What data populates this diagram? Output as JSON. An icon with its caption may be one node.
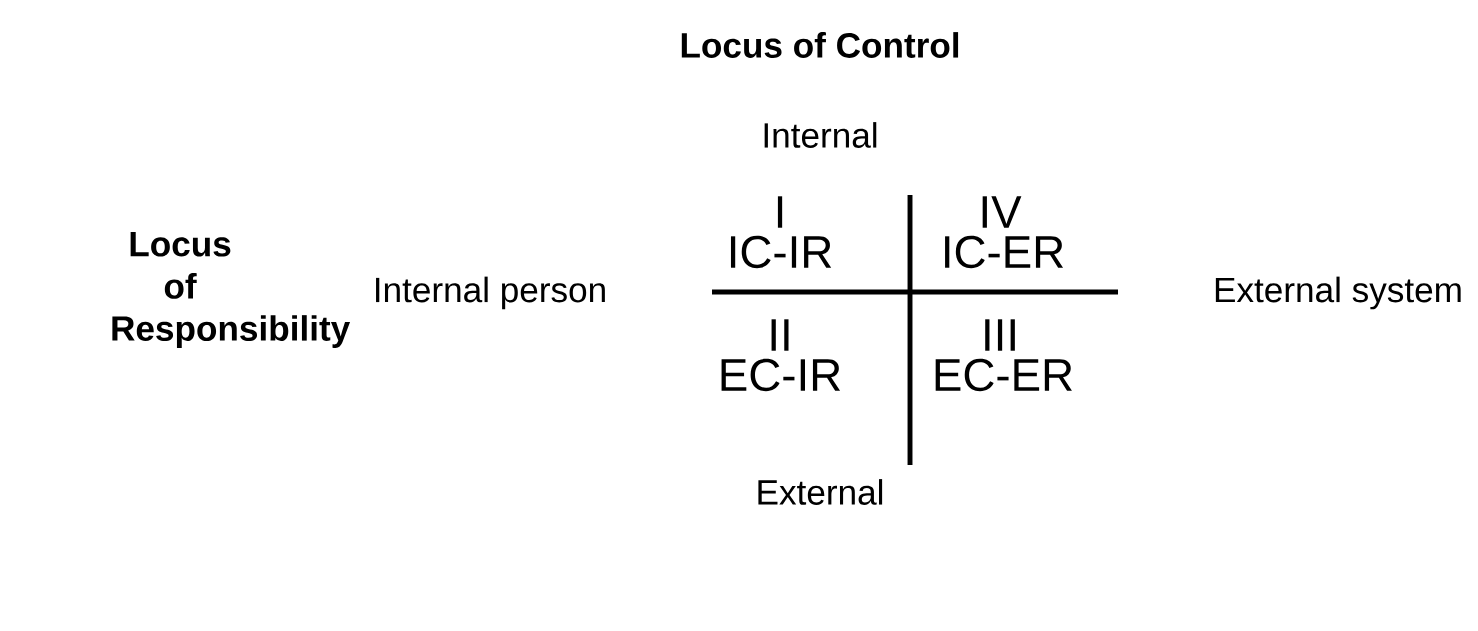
{
  "diagram": {
    "labels": [
      "Locus of Control",
      "Internal",
      "I",
      "IC-IR",
      "IV",
      "IC-ER",
      "Locus of Responsibility",
      "Internal person",
      "External system",
      "II",
      "EC-IR",
      "III",
      "EC-ER",
      "External"
    ]
  }
}
